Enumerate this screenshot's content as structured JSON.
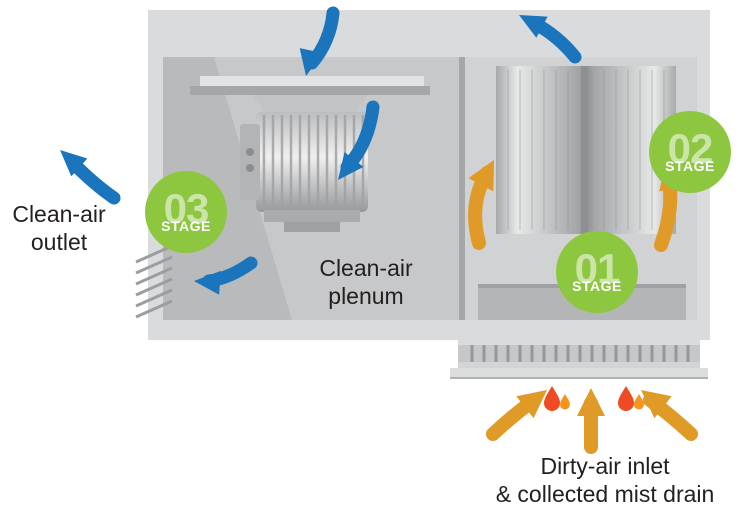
{
  "labels": {
    "clean_air_outlet": "Clean-air\noutlet",
    "clean_air_plenum": "Clean-air\nplenum",
    "dirty_air_inlet": "Dirty-air inlet\n& collected mist drain"
  },
  "stages": [
    {
      "number": "01",
      "label": "STAGE"
    },
    {
      "number": "02",
      "label": "STAGE"
    },
    {
      "number": "03",
      "label": "STAGE"
    }
  ],
  "colors": {
    "clean_air_arrow_blue": "#1b75bc",
    "dirty_air_arrow_orange": "#df9a27",
    "stage_badge_green": "#8dc63f",
    "mist_droplet_red": "#ee4a23",
    "mist_droplet_orange": "#f7941e",
    "housing_gray": "#dadbdc",
    "text_black": "#231f20"
  }
}
